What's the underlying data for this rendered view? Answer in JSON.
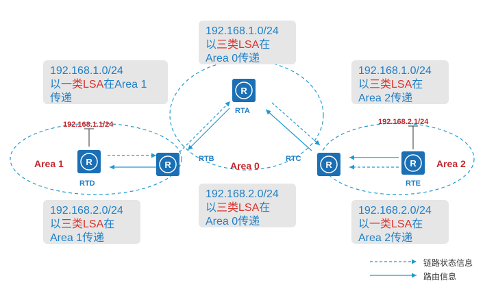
{
  "boxes": {
    "rta_top": {
      "line1": "192.168.1.0/24",
      "pre": "以",
      "red": "三类LSA",
      "post": "在",
      "line3": "Area 0传递"
    },
    "rtd_top": {
      "line1": "192.168.1.0/24",
      "pre": "以",
      "red": "一类LSA",
      "post": "在Area 1",
      "line3": "传递"
    },
    "rte_top": {
      "line1": "192.168.1.0/24",
      "pre": "以",
      "red": "三类LSA",
      "post": "在",
      "line3": "Area 2传递"
    },
    "rtd_bottom": {
      "line1": "192.168.2.0/24",
      "pre": "以",
      "red": "三类LSA",
      "post": "在",
      "line3": "Area 1传递"
    },
    "middle_bottom": {
      "line1": "192.168.2.0/24",
      "pre": "以",
      "red": "三类LSA",
      "post": "在",
      "line3": "Area 0传递"
    },
    "rte_bottom": {
      "line1": "192.168.2.0/24",
      "pre": "以",
      "red": "一类LSA",
      "post": "在",
      "line3": "Area 2传递"
    }
  },
  "areas": {
    "area1": "Area 1",
    "area0": "Area 0",
    "area2": "Area 2"
  },
  "routers": {
    "rta": "RTA",
    "rtb": "RTB",
    "rtc": "RTC",
    "rtd": "RTD",
    "rte": "RTE"
  },
  "ips": {
    "rtd": "192.168.1.1/24",
    "rte": "192.168.2.1/24"
  },
  "legend": {
    "lsa": "链路状态信息",
    "route": "路由信息"
  },
  "colors": {
    "router": "#1a6fb5",
    "line": "#1f9bd0",
    "box": "#e6e6e6",
    "red": "#c0282d"
  }
}
